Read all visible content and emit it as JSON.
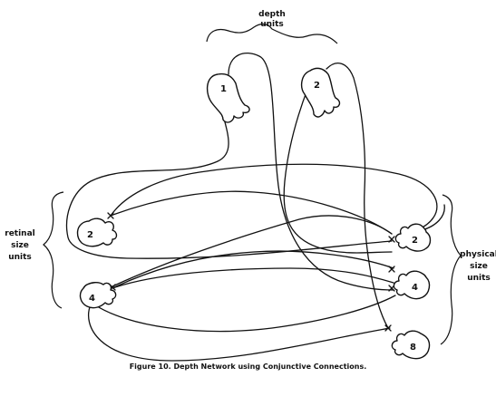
{
  "groups": {
    "depth": [
      "depth",
      "units"
    ],
    "retinal": [
      "retinal",
      "size",
      "units"
    ],
    "physical": [
      "physical",
      "size",
      "units"
    ]
  },
  "units": {
    "depth_1": "1",
    "depth_2": "2",
    "retinal_2": "2",
    "retinal_4": "4",
    "physical_2": "2",
    "physical_4": "4",
    "physical_8": "8"
  },
  "caption": "Figure 10. Depth Network using Conjunctive Connections."
}
